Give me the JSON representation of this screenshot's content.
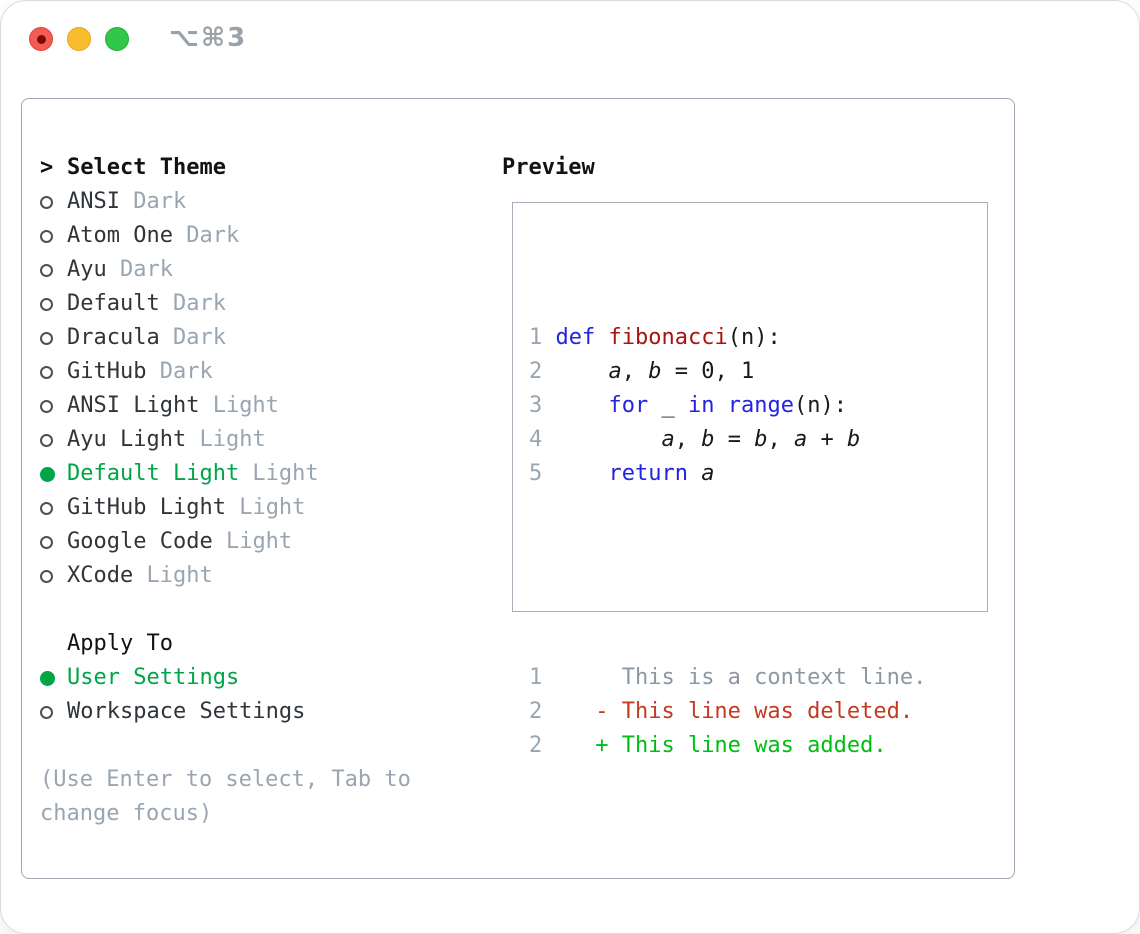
{
  "titlebar": {
    "shortcut": "⌥⌘3"
  },
  "colors": {
    "selected_green": "#00a546",
    "muted_gray": "#9aa5b2",
    "keyword_blue": "#2024e0",
    "function_red": "#a81414",
    "diff_deleted_red": "#c43a20",
    "diff_added_green": "#00bd13",
    "panel_border_gray": "#9fa8b2",
    "traffic_red": "#f25c52",
    "traffic_yellow": "#f8bd2f",
    "traffic_green": "#31c748"
  },
  "theme_picker": {
    "prompt": ">",
    "title": "Select Theme",
    "items": [
      {
        "name": "ANSI",
        "variant": "Dark",
        "selected": false
      },
      {
        "name": "Atom One",
        "variant": "Dark",
        "selected": false
      },
      {
        "name": "Ayu",
        "variant": "Dark",
        "selected": false
      },
      {
        "name": "Default",
        "variant": "Dark",
        "selected": false
      },
      {
        "name": "Dracula",
        "variant": "Dark",
        "selected": false
      },
      {
        "name": "GitHub",
        "variant": "Dark",
        "selected": false
      },
      {
        "name": "ANSI Light",
        "variant": "Light",
        "selected": false
      },
      {
        "name": "Ayu Light",
        "variant": "Light",
        "selected": false
      },
      {
        "name": "Default Light",
        "variant": "Light",
        "selected": true
      },
      {
        "name": "GitHub Light",
        "variant": "Light",
        "selected": false
      },
      {
        "name": "Google Code",
        "variant": "Light",
        "selected": false
      },
      {
        "name": "XCode",
        "variant": "Light",
        "selected": false
      }
    ]
  },
  "apply_to": {
    "title": "Apply To",
    "options": [
      {
        "label": "User Settings",
        "selected": true
      },
      {
        "label": "Workspace Settings",
        "selected": false
      }
    ]
  },
  "hint": "(Use Enter to select, Tab to change focus)",
  "preview": {
    "title": "Preview",
    "code_lines": [
      {
        "num": "1",
        "tokens": [
          [
            "kw",
            "def"
          ],
          [
            "pl",
            " "
          ],
          [
            "fn",
            "fibonacci"
          ],
          [
            "pl",
            "(n):"
          ]
        ]
      },
      {
        "num": "2",
        "tokens": [
          [
            "pl",
            "    "
          ],
          [
            "var",
            "a"
          ],
          [
            "pl",
            ", "
          ],
          [
            "var",
            "b"
          ],
          [
            "pl",
            " = 0, 1"
          ]
        ]
      },
      {
        "num": "3",
        "tokens": [
          [
            "pl",
            "    "
          ],
          [
            "kw",
            "for"
          ],
          [
            "pl",
            " _ "
          ],
          [
            "kw",
            "in"
          ],
          [
            "pl",
            " "
          ],
          [
            "kw",
            "range"
          ],
          [
            "pl",
            "(n):"
          ]
        ]
      },
      {
        "num": "4",
        "tokens": [
          [
            "pl",
            "        "
          ],
          [
            "var",
            "a"
          ],
          [
            "pl",
            ", "
          ],
          [
            "var",
            "b"
          ],
          [
            "pl",
            " = "
          ],
          [
            "var",
            "b"
          ],
          [
            "pl",
            ", "
          ],
          [
            "var",
            "a"
          ],
          [
            "pl",
            " + "
          ],
          [
            "var",
            "b"
          ]
        ]
      },
      {
        "num": "5",
        "tokens": [
          [
            "pl",
            "    "
          ],
          [
            "kw",
            "return"
          ],
          [
            "pl",
            " "
          ],
          [
            "var",
            "a"
          ]
        ]
      }
    ],
    "diff_lines": [
      {
        "num": "1",
        "marker": " ",
        "kind": "context",
        "text": "This is a context line."
      },
      {
        "num": "2",
        "marker": "-",
        "kind": "deleted",
        "text": "This line was deleted."
      },
      {
        "num": "2",
        "marker": "+",
        "kind": "added",
        "text": "This line was added."
      }
    ]
  }
}
